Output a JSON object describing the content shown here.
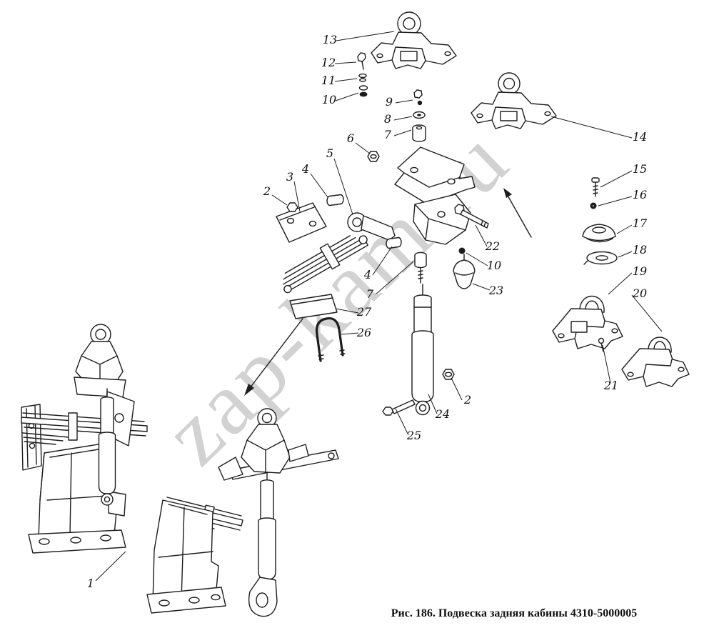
{
  "figure": {
    "caption": "Рис. 186. Подвеска задняя кабины 4310-5000005",
    "watermark": "zap-kam.ru"
  },
  "colors": {
    "line": "#1d1d1d",
    "watermark": "#c7c7c7"
  },
  "callouts": {
    "c1": "1",
    "c2a": "2",
    "c2b": "2",
    "c3": "3",
    "c4a": "4",
    "c4b": "4",
    "c5": "5",
    "c6": "6",
    "c7a": "7",
    "c7b": "7",
    "c8": "8",
    "c9": "9",
    "c10a": "10",
    "c10b": "10",
    "c11": "11",
    "c12": "12",
    "c13": "13",
    "c14": "14",
    "c15": "15",
    "c16": "16",
    "c17": "17",
    "c18": "18",
    "c19": "19",
    "c20": "20",
    "c21": "21",
    "c22": "22",
    "c23": "23",
    "c24": "24",
    "c25": "25",
    "c26": "26",
    "c27": "27"
  }
}
